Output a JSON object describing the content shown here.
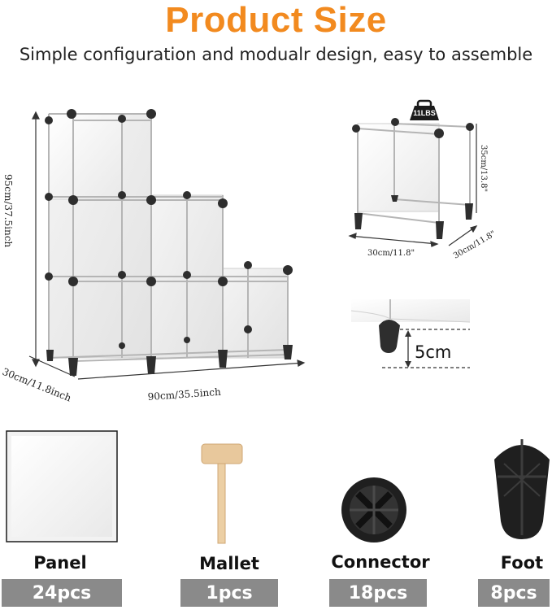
{
  "header": {
    "title": "Product Size",
    "subtitle": "Simple configuration and modualr design, easy to assemble"
  },
  "dimensions": {
    "height": "95cm/37.5inch",
    "depth": "30cm/11.8inch",
    "width": "90cm/35.5inch",
    "cube_height": "35cm/13.8\"",
    "cube_width": "30cm/11.8\"",
    "cube_depth": "30cm/11.8\"",
    "load": "11LBS",
    "foot_height": "5cm"
  },
  "parts": [
    {
      "name": "Panel",
      "qty": "24pcs"
    },
    {
      "name": "Mallet",
      "qty": "1pcs"
    },
    {
      "name": "Connector",
      "qty": "18pcs"
    },
    {
      "name": "Foot",
      "qty": "8pcs"
    }
  ],
  "colors": {
    "title": "#F28A1F",
    "qty_bg": "#8a8a8a",
    "connector": "#2a2a2a"
  }
}
